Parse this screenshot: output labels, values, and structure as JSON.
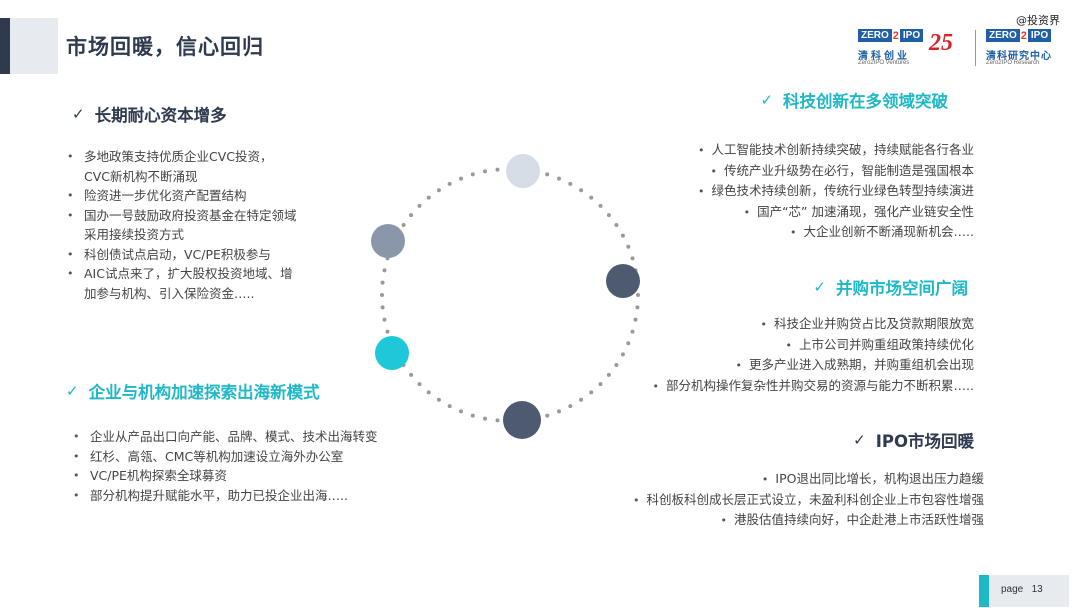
{
  "header": {
    "title": "市场回暖，信心回归"
  },
  "logos": {
    "zero_left": "ZERO",
    "zero_mid": "2",
    "zero_right": "IPO",
    "ventures_cn": "清科创业",
    "ventures_en": "Zero2IPO Ventures",
    "anniversary": "25",
    "research_cn": "清科研究中心",
    "research_en": "Zero2IPO Research"
  },
  "watermark": "@投资界",
  "sections": {
    "long_term_capital": {
      "check": "✓",
      "title": "长期耐心资本增多",
      "items": [
        {
          "text": "多地政策支持优质企业CVC投资，",
          "bullet": true
        },
        {
          "text": "CVC新机构不断涌现",
          "bullet": false
        },
        {
          "text": "险资进一步优化资产配置结构",
          "bullet": true
        },
        {
          "text": "国办一号鼓励政府投资基金在特定领域",
          "bullet": true
        },
        {
          "text": "采用接续投资方式",
          "bullet": false
        },
        {
          "text": "科创债试点启动，VC/PE积极参与",
          "bullet": true
        },
        {
          "text": "AIC试点来了，扩大股权投资地域、增",
          "bullet": true
        },
        {
          "text": "加参与机构、引入保险资金…..",
          "bullet": false
        }
      ]
    },
    "overseas": {
      "check": "✓",
      "title": "企业与机构加速探索出海新模式",
      "items": [
        "企业从产品出口向产能、品牌、模式、技术出海转变",
        "红杉、高瓴、CMC等机构加速设立海外办公室",
        "VC/PE机构探索全球募资",
        "部分机构提升赋能水平，助力已投企业出海….."
      ]
    },
    "tech_innovation": {
      "check": "✓",
      "title": "科技创新在多领域突破",
      "items": [
        "人工智能技术创新持续突破，持续赋能各行各业",
        "传统产业升级势在必行，智能制造是强国根本",
        "绿色技术持续创新，传统行业绿色转型持续演进",
        "国产“芯” 加速涌现，强化产业链安全性",
        "大企业创新不断涌现新机会….."
      ]
    },
    "ma_market": {
      "check": "✓",
      "title": "并购市场空间广阔",
      "items": [
        "科技企业并购贷占比及贷款期限放宽",
        "上市公司并购重组政策持续优化",
        "更多产业进入成熟期，并购重组机会出现",
        "部分机构操作复杂性并购交易的资源与能力不断积累….."
      ]
    },
    "ipo_market": {
      "check": "✓",
      "title": "IPO市场回暖",
      "items": [
        "IPO退出同比增长，机构退出压力趋缓",
        "科创板科创成长层正式设立，未盈利科创企业上市包容性增强",
        "港股估值持续向好，中企赴港上市活跃性增强"
      ]
    }
  },
  "diagram": {
    "dot_colors": {
      "light": "#d7dde6",
      "mid": "#8a97ab",
      "dark": "#4d5a70",
      "teal": "#1fc8d8",
      "ring": "#9a9a9a"
    }
  },
  "footer": {
    "page_label": "page",
    "page_number": "13"
  },
  "colors": {
    "navy": "#2f3a4f",
    "teal": "#1fb8c6"
  }
}
